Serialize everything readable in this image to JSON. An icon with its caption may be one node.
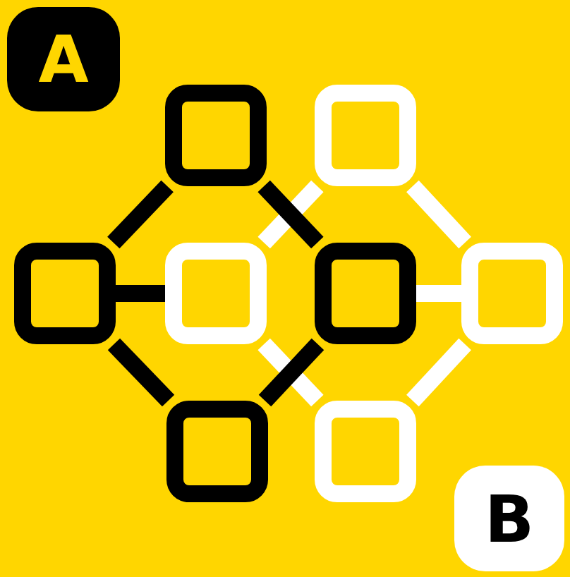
{
  "diagram": {
    "nodes": [
      {
        "text": [
          "A"
        ]
      },
      {
        "text": [],
        "shape": "box"
      },
      {
        "text": [],
        "shape": "box"
      },
      {
        "text": [],
        "shape": "box"
      },
      {
        "text": [],
        "shape": "box"
      },
      {
        "text": [],
        "shape": "box"
      },
      {
        "text": [],
        "shape": "box"
      },
      {
        "text": [],
        "shape": "box"
      },
      {
        "text": [],
        "shape": "box"
      },
      {
        "text": [
          "B"
        ]
      }
    ],
    "edges": [
      {
        "from": 3,
        "to": 1,
        "arrow": "none"
      },
      {
        "from": 1,
        "to": 5,
        "arrow": "none"
      },
      {
        "from": 3,
        "to": 7,
        "arrow": "none"
      },
      {
        "from": 5,
        "to": 7,
        "arrow": "none"
      },
      {
        "from": 3,
        "to": 4,
        "arrow": "none"
      },
      {
        "from": 2,
        "to": 4,
        "arrow": "none",
        "color": "#ffffff"
      },
      {
        "from": 2,
        "to": 6,
        "arrow": "none",
        "color": "#ffffff"
      },
      {
        "from": 4,
        "to": 8,
        "arrow": "none",
        "color": "#ffffff"
      },
      {
        "from": 6,
        "to": 8,
        "arrow": "none",
        "color": "#ffffff"
      },
      {
        "from": 5,
        "to": 6,
        "arrow": "none",
        "color": "#ffffff"
      }
    ]
  }
}
